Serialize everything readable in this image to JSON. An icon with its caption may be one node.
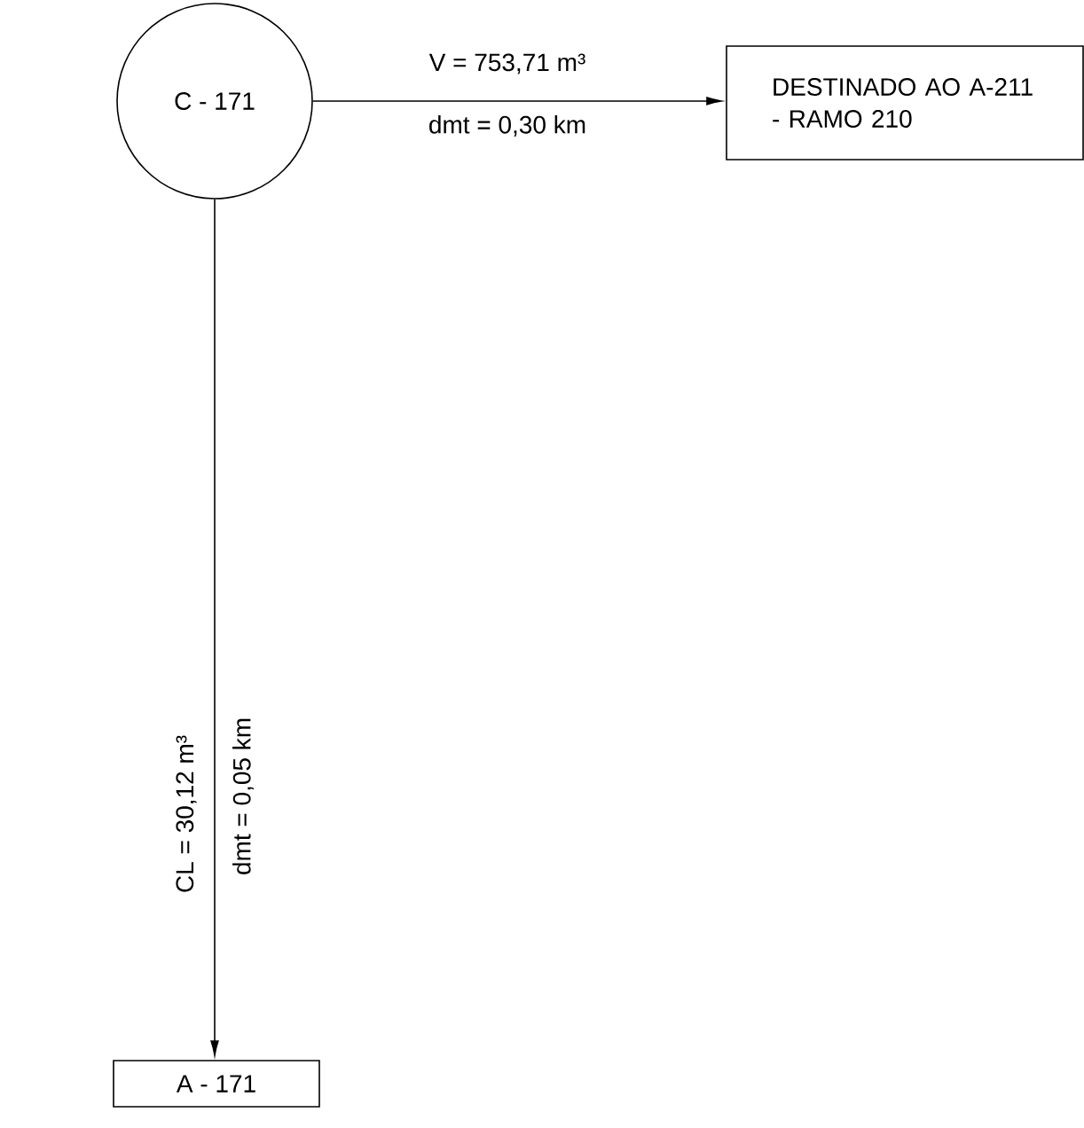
{
  "diagram": {
    "nodes": [
      {
        "text": [
          "C - 171"
        ]
      },
      {
        "text": [
          "DESTINADO AO A-211 - RAMO 210"
        ]
      },
      {
        "text": [
          "A - 171"
        ]
      }
    ],
    "edges": [
      {
        "from": 0,
        "to": 1,
        "arrow": "to",
        "label": "V = 753,71 m³"
      },
      {
        "from": 0,
        "to": 2,
        "arrow": "to",
        "label": "CL = 30,12 m³"
      }
    ],
    "labels": [
      "dmt = 0,30 km",
      "dmt = 0,05 km"
    ]
  }
}
